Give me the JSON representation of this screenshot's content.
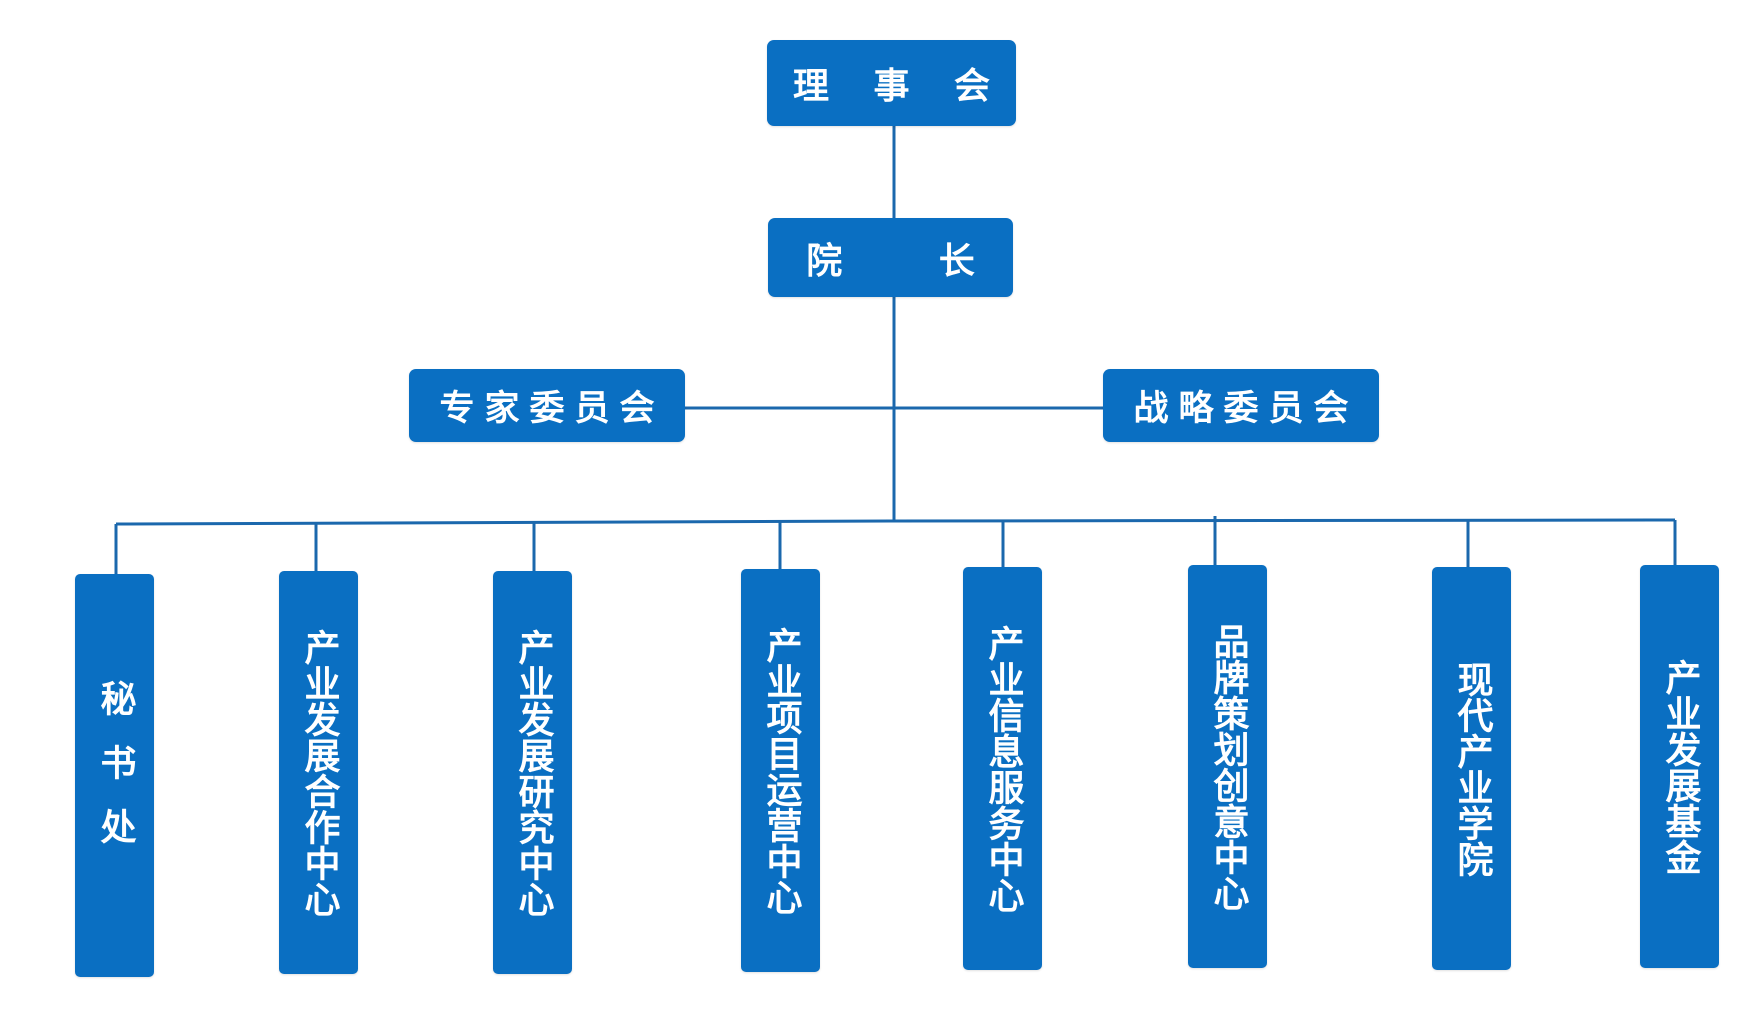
{
  "org_chart": {
    "board": "理 事 会",
    "president": "院　 长",
    "committees": {
      "left": "专家委员会",
      "right": "战略委员会"
    },
    "departments": [
      "秘书处",
      "产业发展合作中心",
      "产业发展研究中心",
      "产业项目运营中心",
      "产业信息服务中心",
      "品牌策划创意中心",
      "现代产业学院",
      "产业发展基金"
    ]
  },
  "colors": {
    "box_fill": "#0a6fc2",
    "connector": "#1b68ad",
    "text": "#ffffff",
    "background": "#ffffff"
  }
}
